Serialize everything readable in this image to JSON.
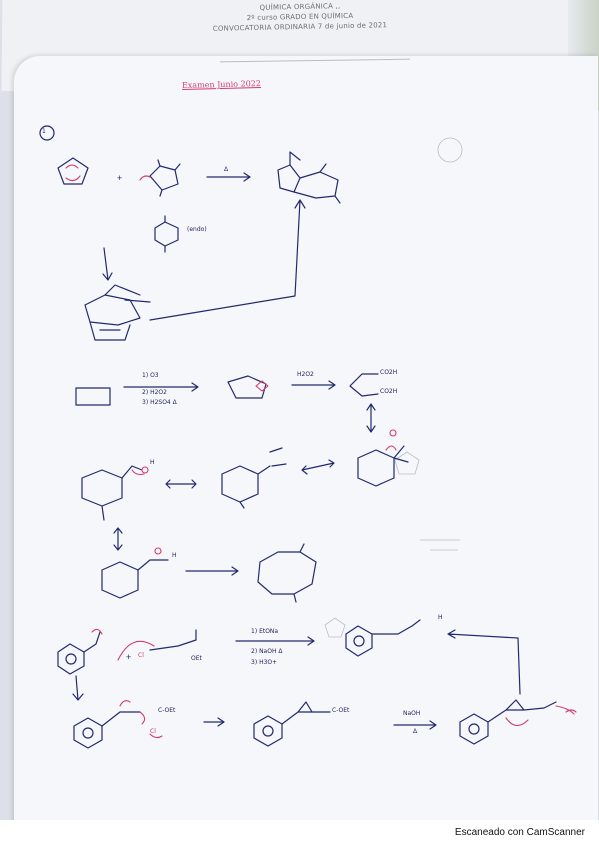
{
  "header": {
    "line1": "QUÍMICA ORGÁNICA ,,",
    "line2": "2º curso GRADO EN QUÍMICA",
    "line3": "CONVOCATORIA ORDINARIA 7 de junio de 2021"
  },
  "title": "Examen Junio 2022",
  "question_number": "1",
  "annotations": {
    "delta": "Δ",
    "endo": "(endo)",
    "ozone_step1": "1) O3",
    "ozone_step2": "2) H2O2",
    "ozone_step3": "3) H2SO4 Δ",
    "h2o2": "H2O2",
    "co2h_top": "CO2H",
    "co2h_bottom": "CO2H",
    "oet": "OEt",
    "cl": "Cl",
    "reagent1": "1) EtONa",
    "reagent2": "2) NaOH Δ",
    "reagent3": "3) H3O+",
    "coet": "C-OEt",
    "naoh": "NaOH",
    "naoh_delta": "Δ",
    "h_label": "H"
  },
  "footer": "Escaneado con CamScanner"
}
